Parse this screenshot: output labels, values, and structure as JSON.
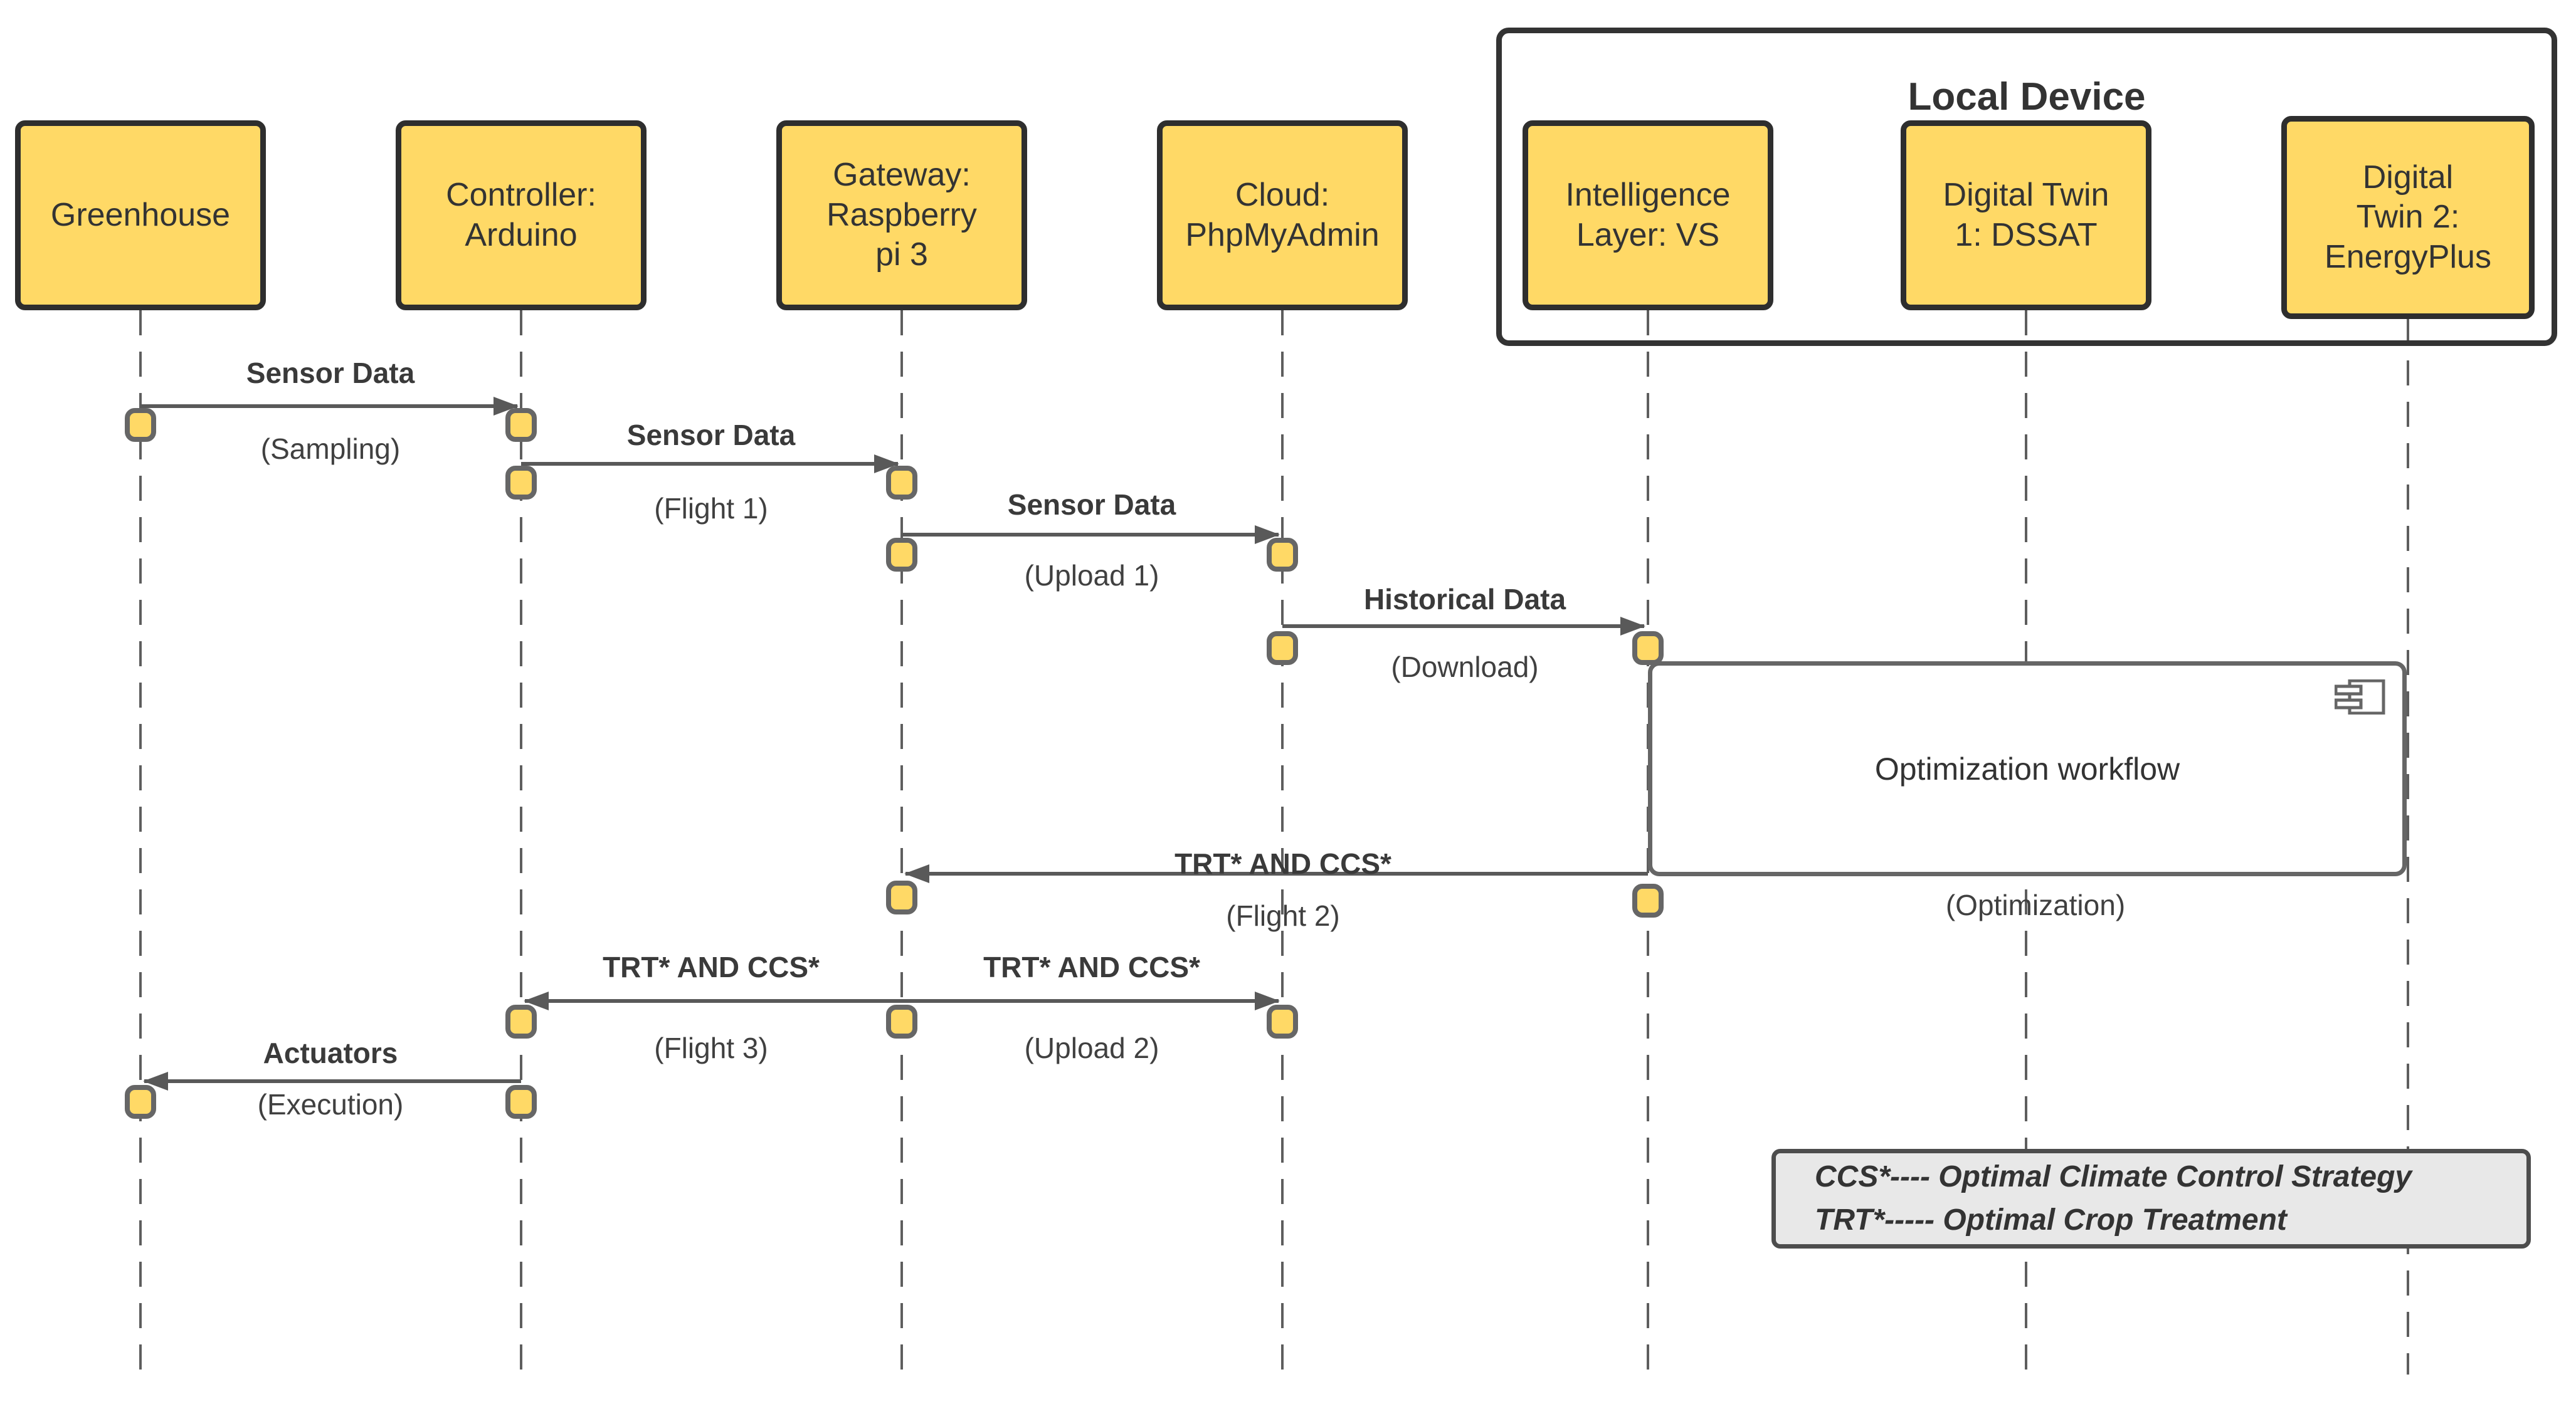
{
  "container": {
    "label": "Local Device"
  },
  "actors": [
    {
      "id": "greenhouse",
      "label": "Greenhouse"
    },
    {
      "id": "controller",
      "label": "Controller:\nArduino"
    },
    {
      "id": "gateway",
      "label": "Gateway:\nRaspberry\npi 3"
    },
    {
      "id": "cloud",
      "label": "Cloud:\nPhpMyAdmin"
    },
    {
      "id": "intelligence",
      "label": "Intelligence\nLayer: VS"
    },
    {
      "id": "digital-twin-1",
      "label": "Digital Twin\n1:  DSSAT"
    },
    {
      "id": "digital-twin-2",
      "label": "Digital\nTwin 2:\nEnergyPlus"
    }
  ],
  "messages": [
    {
      "label": "Sensor Data",
      "note": "(Sampling)",
      "from": "Greenhouse",
      "to": "Controller: Arduino",
      "direction": "right"
    },
    {
      "label": "Sensor Data",
      "note": "(Flight 1)",
      "from": "Controller: Arduino",
      "to": "Gateway: Raspberry pi 3",
      "direction": "right"
    },
    {
      "label": "Sensor Data",
      "note": "(Upload 1)",
      "from": "Gateway: Raspberry pi 3",
      "to": "Cloud: PhpMyAdmin",
      "direction": "right"
    },
    {
      "label": "Historical Data",
      "note": "(Download)",
      "from": "Cloud: PhpMyAdmin",
      "to": "Intelligence Layer: VS",
      "direction": "right"
    },
    {
      "label": "TRT* AND CCS*",
      "note": "(Flight 2)",
      "from": "Intelligence Layer: VS",
      "to": "Gateway: Raspberry pi 3",
      "direction": "left"
    },
    {
      "label": "TRT* AND CCS*",
      "note": "(Flight 3)",
      "from": "Gateway: Raspberry pi 3",
      "to": "Controller: Arduino",
      "direction": "left"
    },
    {
      "label": "TRT* AND CCS*",
      "note": "(Upload 2)",
      "from": "Gateway: Raspberry pi 3",
      "to": "Cloud: PhpMyAdmin",
      "direction": "right"
    },
    {
      "label": "Actuators",
      "note": "(Execution)",
      "from": "Controller: Arduino",
      "to": "Greenhouse",
      "direction": "left"
    }
  ],
  "workflow": {
    "label": "Optimization workflow",
    "note": "(Optimization)"
  },
  "legend": {
    "line1": "CCS*---- Optimal Climate Control Strategy",
    "line2": "TRT*----- Optimal Crop Treatment"
  },
  "colors": {
    "actor_fill": "#FFD966",
    "actor_border": "#2e2e2e",
    "marker_fill": "#FFD966",
    "marker_border": "#666666",
    "line_gray": "#595959",
    "legend_bg": "#E8E8E8",
    "text": "#333333"
  }
}
